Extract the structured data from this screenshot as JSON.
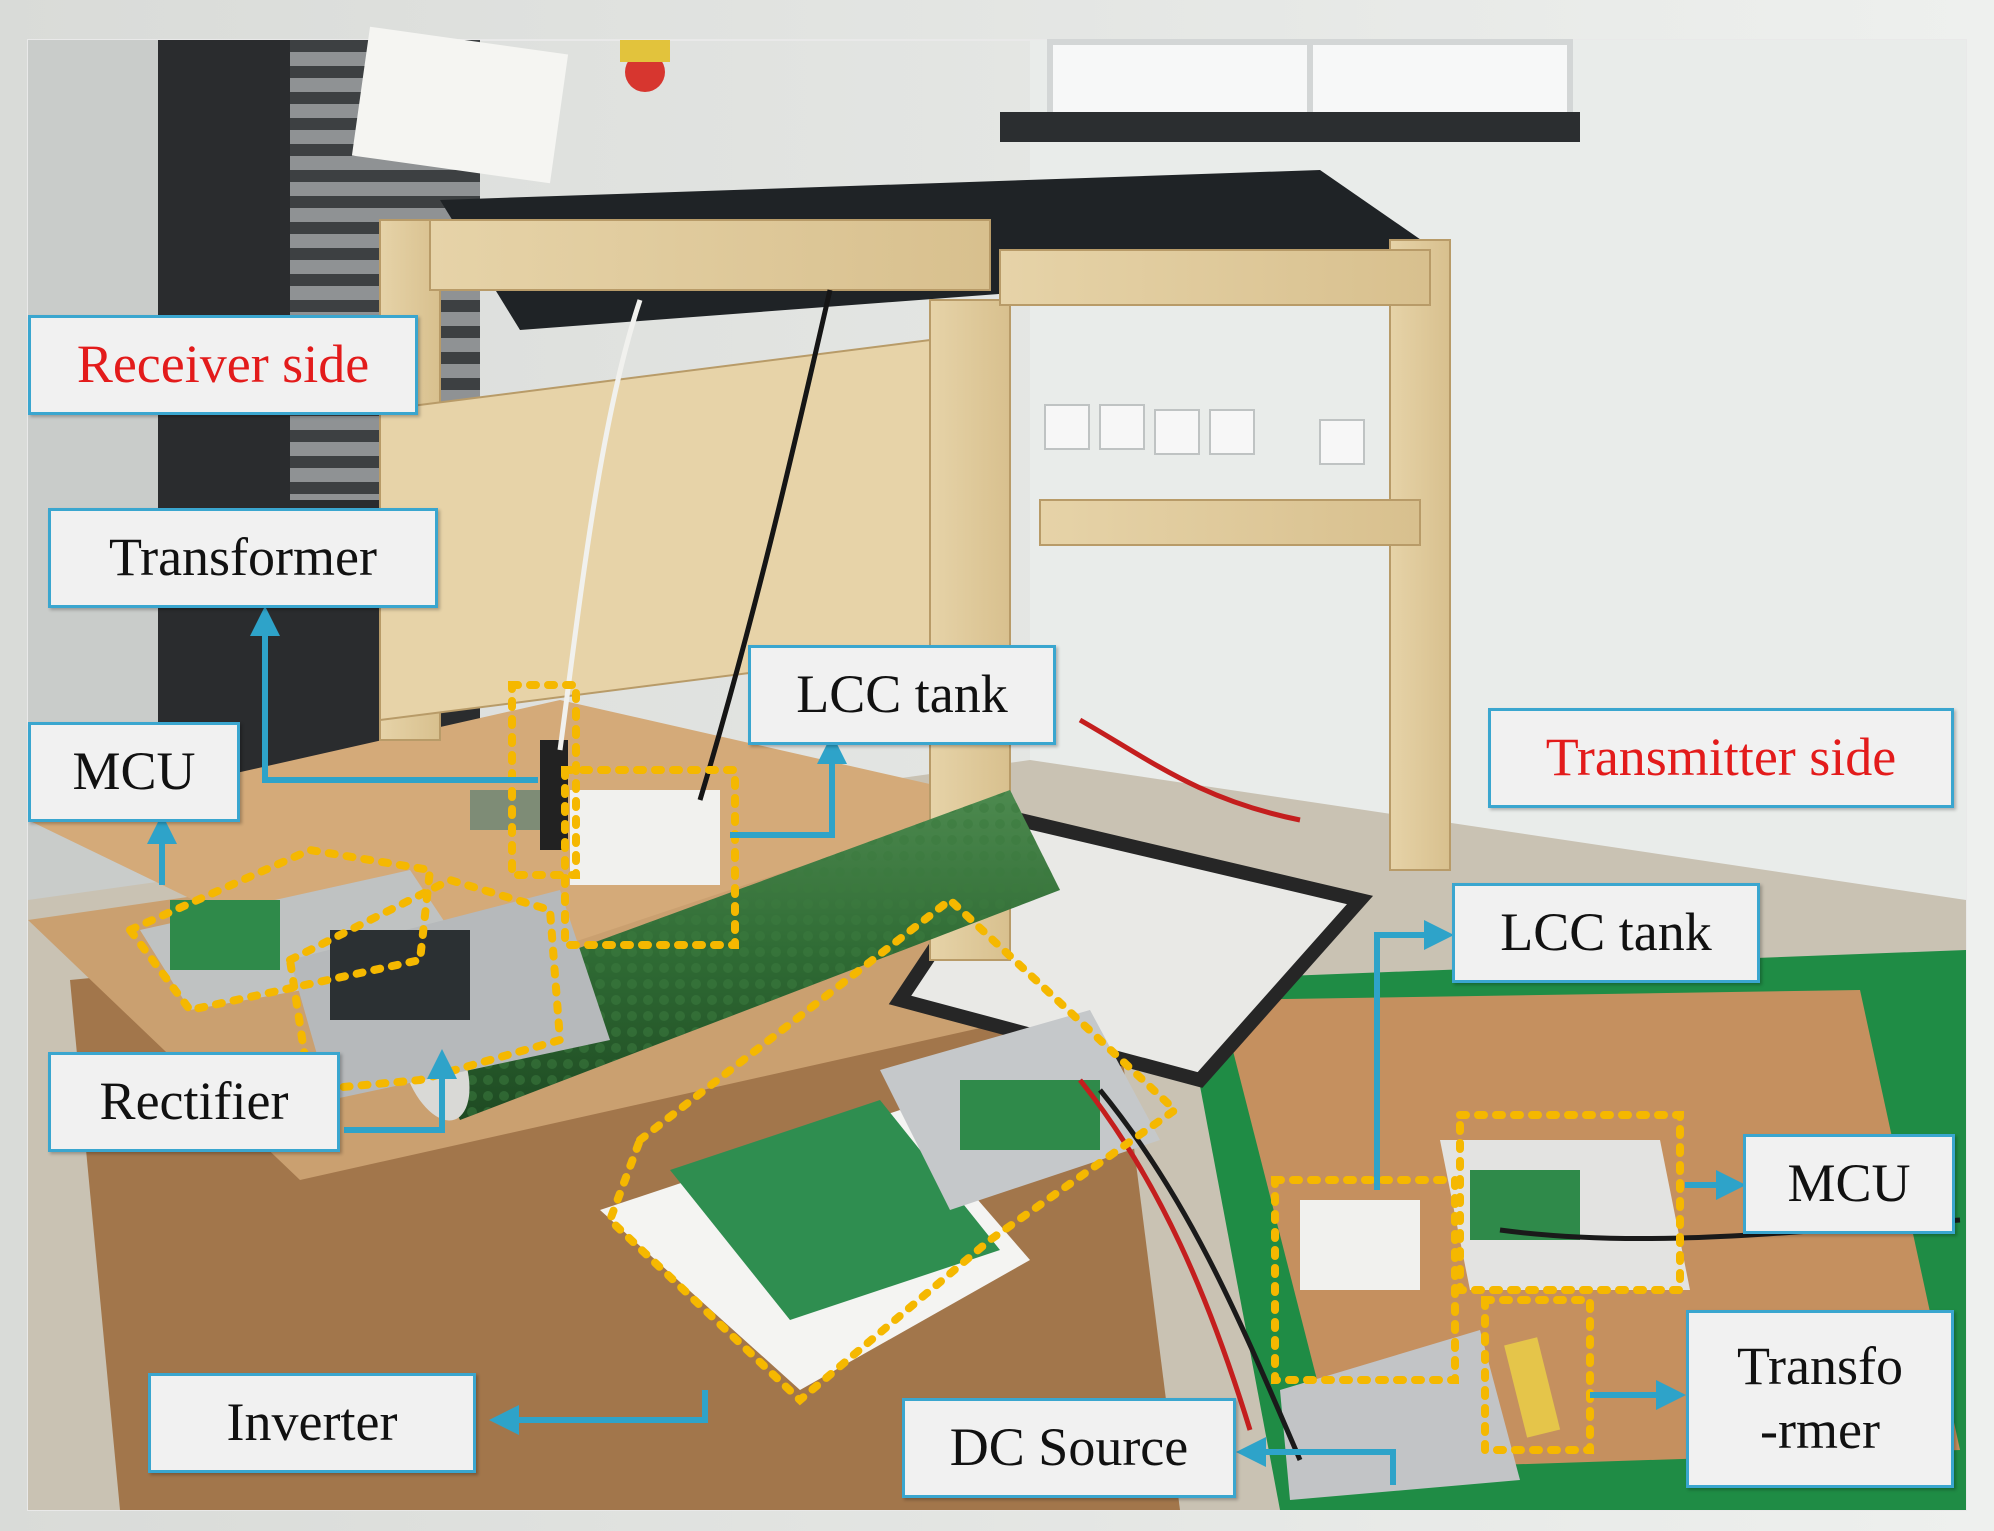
{
  "labels": {
    "receiver_side": "Receiver side",
    "transformer_rx": "Transformer",
    "mcu_rx": "MCU",
    "lcc_tank_rx": "LCC tank",
    "rectifier": "Rectifier",
    "inverter": "Inverter",
    "transmitter_side": "Transmitter side",
    "lcc_tank_tx": "LCC tank",
    "mcu_tx": "MCU",
    "dc_source": "DC Source",
    "transformer_tx_line1": "Transfo",
    "transformer_tx_line2": "-rmer"
  },
  "colors": {
    "callout_border": "#3aa6cf",
    "arrow": "#2ea3c9",
    "highlight_dotted": "#f5b800",
    "side_text": "#e31b1b"
  }
}
